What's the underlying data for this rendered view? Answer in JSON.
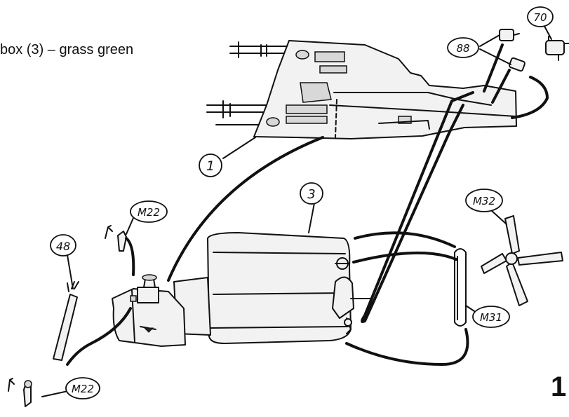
{
  "caption": "box (3) – grass green",
  "page_number": "1",
  "callouts": {
    "c1": "1",
    "c3": "3",
    "c48": "48",
    "c70": "70",
    "c88": "88",
    "m22_top": "M22",
    "m22_bottom": "M22",
    "m31": "M31",
    "m32": "M32"
  }
}
